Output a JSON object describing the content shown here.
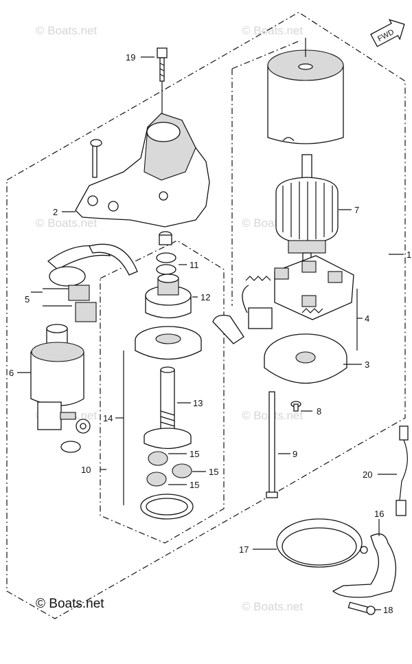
{
  "watermark": "© Boats.net",
  "footer": {
    "copyright": "© Boats.net"
  },
  "direction_badge": "FWD",
  "callouts": {
    "c1": "1",
    "c2": "2",
    "c3": "3",
    "c4": "4",
    "c5": "5",
    "c6": "6",
    "c7": "7",
    "c8": "8",
    "c9": "9",
    "c10": "10",
    "c11": "11",
    "c12": "12",
    "c13": "13",
    "c14": "14",
    "c15a": "15",
    "c15b": "15",
    "c15c": "15",
    "c16": "16",
    "c17": "17",
    "c18": "18",
    "c19": "19",
    "c20": "20"
  }
}
